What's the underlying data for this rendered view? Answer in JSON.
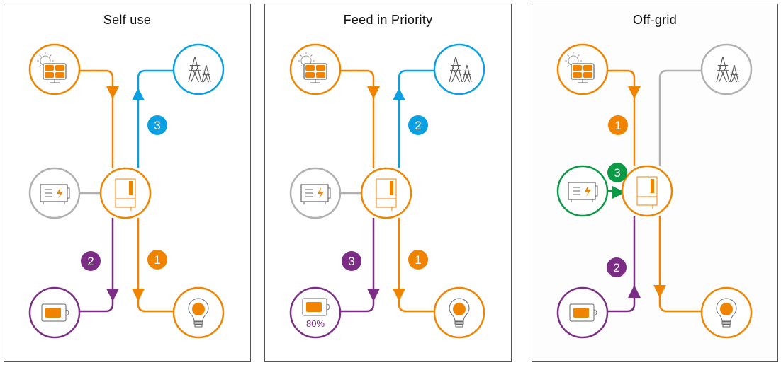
{
  "colors": {
    "orange": "#f08300",
    "blue": "#0aa0e2",
    "purple": "#7b2d86",
    "gray": "#b0b0b0",
    "green": "#0b9a45"
  },
  "panels": [
    {
      "title": "Self  use",
      "battery_label": "",
      "steps": {
        "pv_to_inverter": "",
        "inverter_to_grid": "3",
        "inverter_to_battery": "2",
        "inverter_to_load": "1"
      }
    },
    {
      "title": "Feed in Priority",
      "battery_label": "80%",
      "steps": {
        "pv_to_inverter": "",
        "inverter_to_grid": "2",
        "inverter_to_battery": "3",
        "inverter_to_load": "1"
      }
    },
    {
      "title": "Off-grid",
      "battery_label": "",
      "steps": {
        "pv_to_inverter": "1",
        "generator_to_inverter": "3",
        "battery_to_inverter": "2"
      }
    }
  ]
}
